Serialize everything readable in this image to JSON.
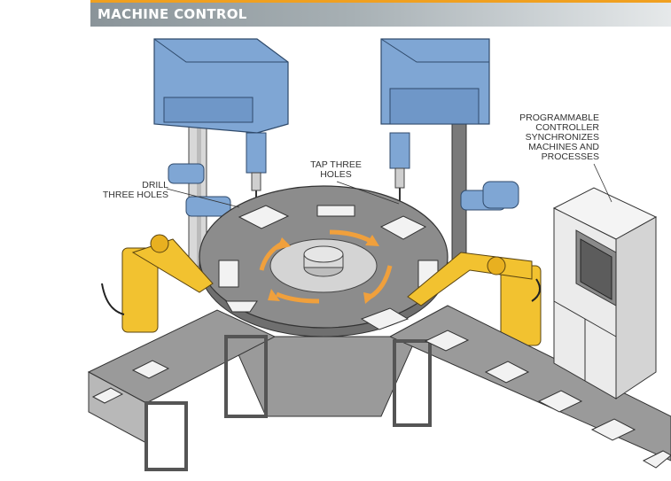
{
  "header": {
    "title": "MACHINE CONTROL"
  },
  "callouts": {
    "drill": [
      "DRILL",
      "THREE HOLES"
    ],
    "tap": [
      "TAP THREE",
      "HOLES"
    ],
    "controller": [
      "PROGRAMMABLE",
      "CONTROLLER",
      "SYNCHRONIZES",
      "MACHINES AND",
      "PROCESSES"
    ]
  },
  "colors": {
    "machine_blue": "#7fa6d4",
    "robot_yellow": "#f2c230",
    "arrow_orange": "#f0a03c",
    "table_gray": "#8c8c8c",
    "accent_bar": "#f0a020"
  }
}
